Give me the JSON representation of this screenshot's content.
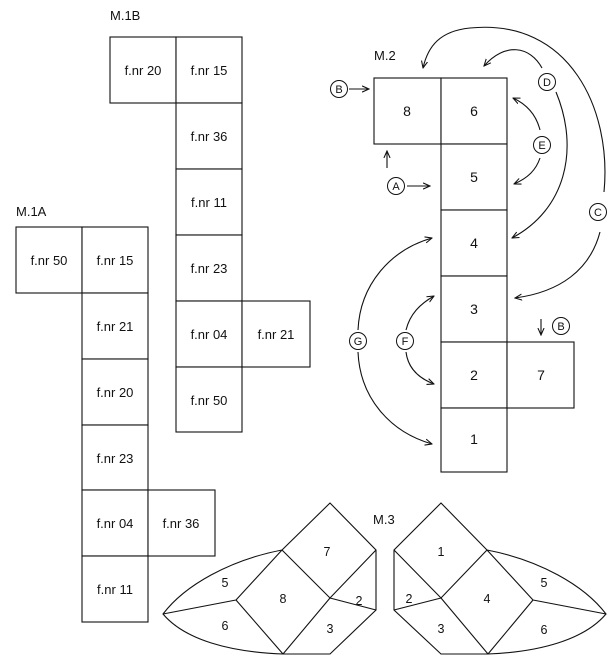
{
  "m1a": {
    "title": "M.1A",
    "cells": [
      "f.nr 50",
      "f.nr 15",
      "f.nr 21",
      "f.nr 20",
      "f.nr 23",
      "f.nr 04",
      "f.nr 36",
      "f.nr 11"
    ]
  },
  "m1b": {
    "title": "M.1B",
    "cells": [
      "f.nr 20",
      "f.nr 15",
      "f.nr 36",
      "f.nr 11",
      "f.nr 23",
      "f.nr 04",
      "f.nr 21",
      "f.nr 50"
    ]
  },
  "m2": {
    "title": "M.2",
    "cells": [
      "8",
      "6",
      "5",
      "4",
      "3",
      "2",
      "7",
      "1"
    ],
    "markers": [
      "A",
      "B",
      "B",
      "C",
      "D",
      "E",
      "F",
      "G"
    ]
  },
  "m3": {
    "title": "M.3",
    "left": [
      "7",
      "8",
      "2",
      "3",
      "5",
      "6"
    ],
    "right": [
      "1",
      "2",
      "4",
      "3",
      "5",
      "6"
    ]
  }
}
